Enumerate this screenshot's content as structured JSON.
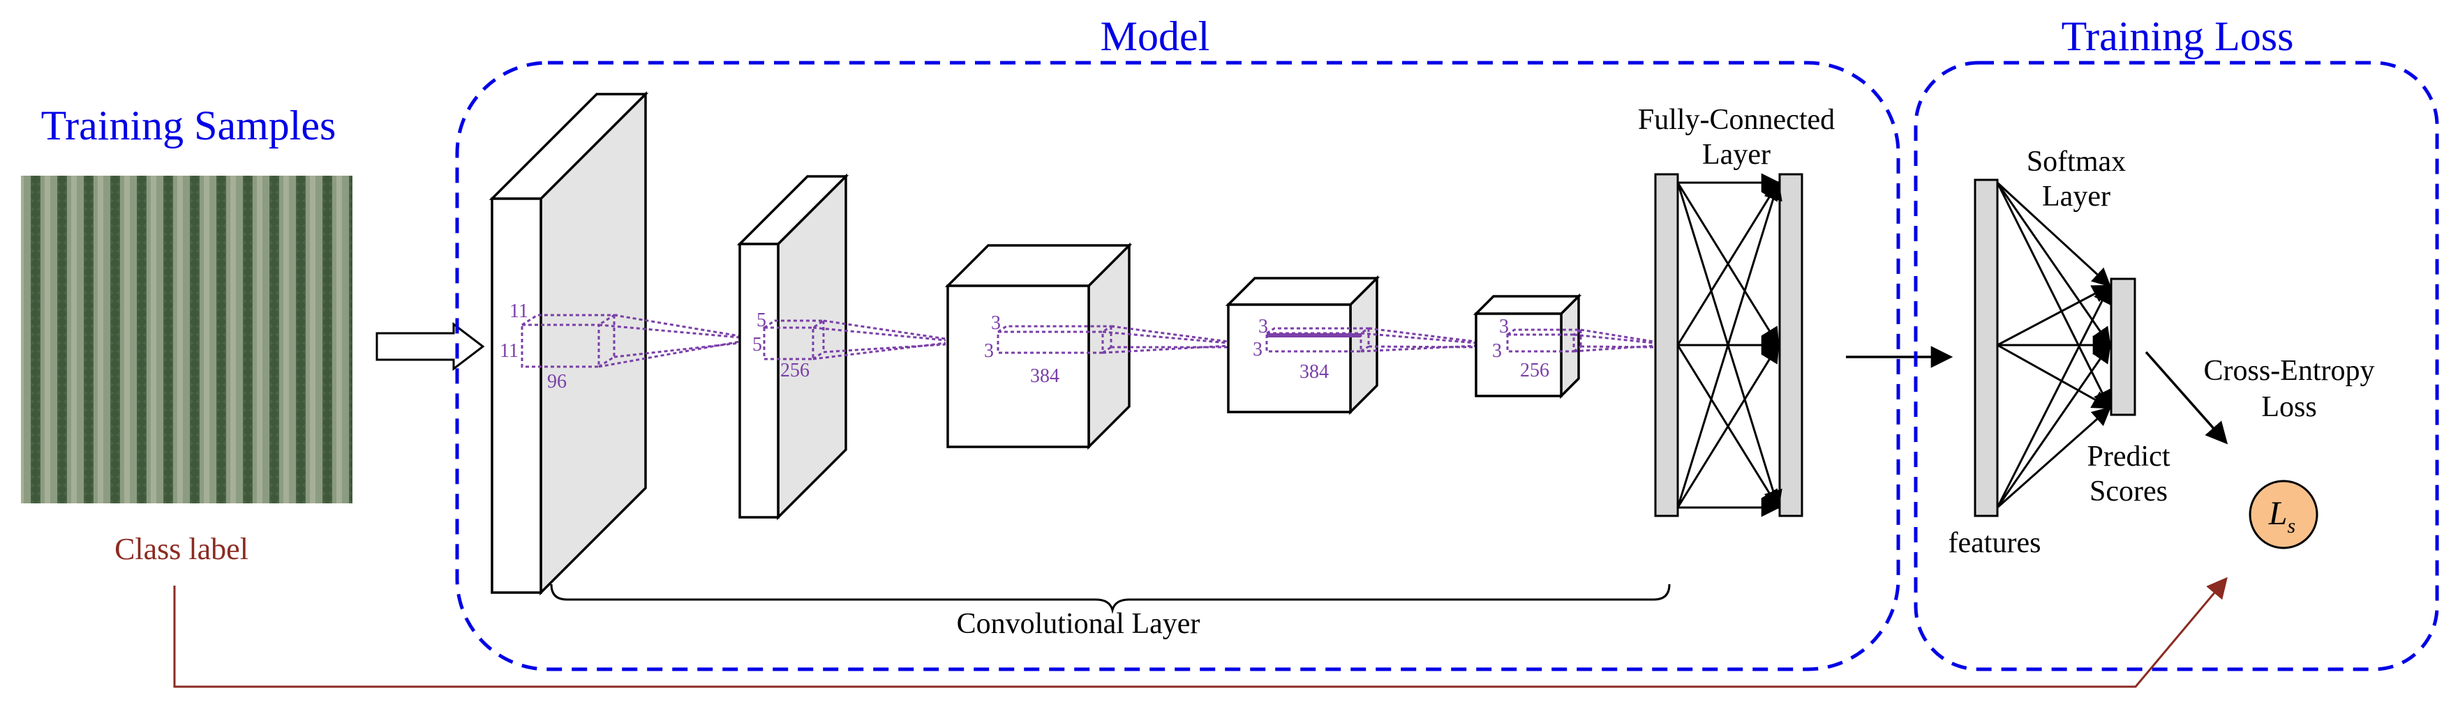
{
  "titles": {
    "training_samples": "Training Samples",
    "model": "Model",
    "training_loss": "Training Loss"
  },
  "labels": {
    "class_label": "Class label",
    "conv_layer": "Convolutional Layer",
    "fc_line1": "Fully-Connected",
    "fc_line2": "Layer",
    "softmax_line1": "Softmax",
    "softmax_line2": "Layer",
    "features": "features",
    "predict_line1": "Predict",
    "predict_line2": "Scores",
    "ce_line1": "Cross-Entropy",
    "ce_line2": "Loss",
    "loss_symbol": "L",
    "loss_subscript": "s"
  },
  "conv_dims": {
    "layer1": {
      "kh": "11",
      "kw": "11",
      "depth": "96"
    },
    "layer2": {
      "kh": "5",
      "kw": "5",
      "depth": "256"
    },
    "layer3": {
      "kh": "3",
      "kw": "3",
      "depth": "384"
    },
    "layer4": {
      "kh": "3",
      "kw": "3",
      "depth": "384"
    },
    "layer5": {
      "kh": "3",
      "kw": "3",
      "depth": "256"
    }
  },
  "colors": {
    "model_box": "#0000e6",
    "class_arrow": "#8b2b22",
    "loss_node": "#f9c08a",
    "dims": "#7a3fa8",
    "panel_fill": "#d8d8d8"
  }
}
